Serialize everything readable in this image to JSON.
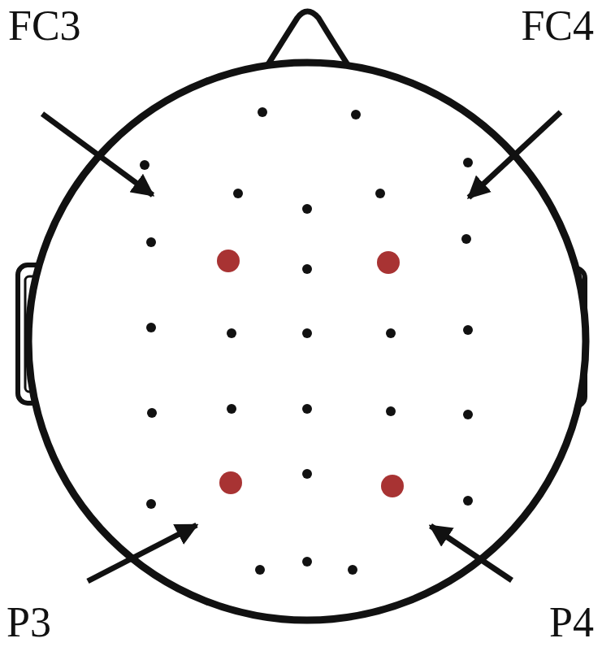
{
  "diagram": {
    "labels": [
      "FC3",
      "FC4",
      "P3",
      "P4"
    ]
  }
}
